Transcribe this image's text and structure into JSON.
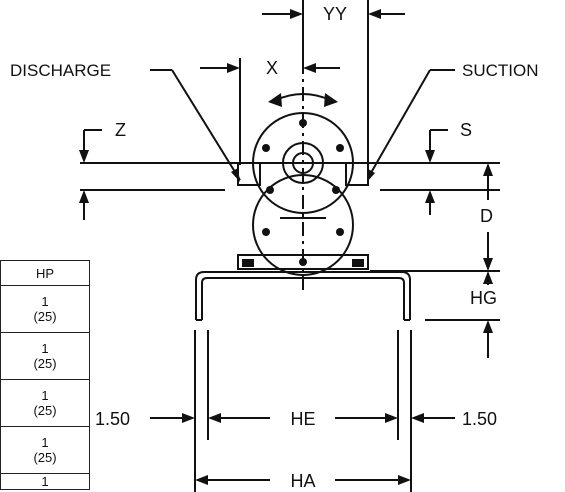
{
  "labels": {
    "discharge": "DISCHARGE",
    "suction": "SUCTION",
    "x": "X",
    "yy": "YY",
    "z": "Z",
    "s": "S",
    "d": "D",
    "hg": "HG",
    "he": "HE",
    "ha": "HA",
    "left_offset": "1.50",
    "right_offset": "1.50"
  },
  "table": {
    "header": "HP",
    "rows": [
      {
        "hp": "1",
        "metric": "(25)"
      },
      {
        "hp": "1",
        "metric": "(25)"
      },
      {
        "hp": "1",
        "metric": "(25)"
      },
      {
        "hp": "1",
        "metric": "(25)"
      },
      {
        "hp": "1",
        "metric": ""
      }
    ]
  }
}
